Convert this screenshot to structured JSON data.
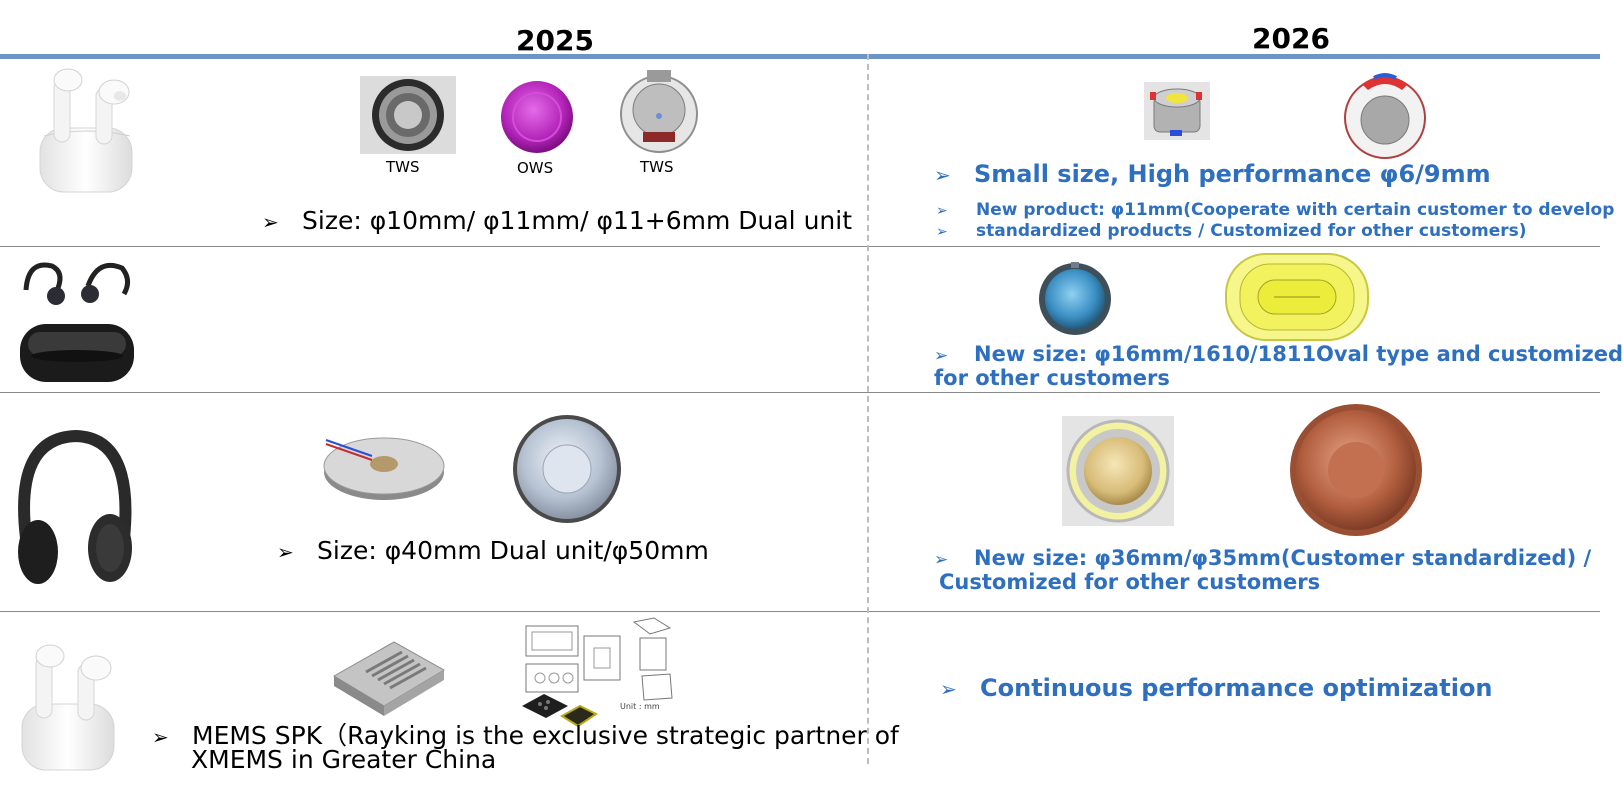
{
  "headers": {
    "y2025": "2025",
    "y2026": "2026"
  },
  "row1": {
    "labels": [
      "TWS",
      "OWS",
      "TWS"
    ],
    "left_bullet": "Size: φ10mm/ φ11mm/ φ11+6mm Dual unit",
    "right_main": "Small size, High performance φ6/9mm",
    "right_sub1": "New product: φ11mm(Cooperate with certain customer to develop",
    "right_sub2": "standardized products / Customized for other customers)"
  },
  "row2": {
    "right_line1": "New size: φ16mm/1610/1811Oval type and customized",
    "right_line2": "for other customers"
  },
  "row3": {
    "left_bullet": "Size: φ40mm Dual unit/φ50mm",
    "right_line1": "New size: φ36mm/φ35mm(Customer standardized) /",
    "right_line2": "Customized for other customers"
  },
  "row4": {
    "left_line1": "MEMS SPK（Rayking is the exclusive strategic partner of",
    "left_line2": "XMEMS in Greater China",
    "right_main": "Continuous performance optimization",
    "diagram_unit": "Unit : mm"
  },
  "arrow_glyph": "➢",
  "colors": {
    "accent_blue": "#2e6fbf",
    "header_line": "#6d94c6"
  }
}
